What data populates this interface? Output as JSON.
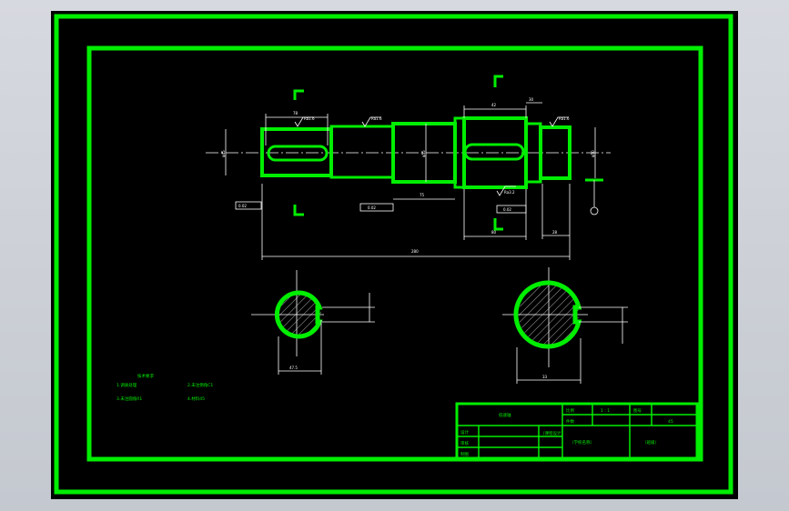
{
  "drawing": {
    "title_block": {
      "part_name": "低速轴",
      "scale_label": "比例",
      "scale_value": "1 : 1",
      "drawing_no_label": "图号",
      "quantity_label": "件数",
      "material_value": "45",
      "designer_label": "设计",
      "checker_label": "审核",
      "drawer_label": "制图",
      "course_label": "（课程设计）",
      "school_label": "（学校名称）",
      "class_label": "（班级）"
    },
    "tech_notes": {
      "heading": "技术要求",
      "line1": "1.调质处理",
      "line2": "2.未注倒角C1",
      "line3": "3.未注圆角R1",
      "line4": "4.材料45"
    },
    "dimensions": {
      "overall_length": "280",
      "seg_left": "78",
      "seg_mid": "75",
      "seg_right_top": "42",
      "seg_right_top2": "30",
      "seg_right_bottom": "80",
      "seg_right_end": "28",
      "section_left_width": "47.5",
      "section_right_width": "33",
      "roughness1": "Ra1.6",
      "roughness2": "Ra1.6",
      "roughness3": "Ra1.6",
      "roughness4": "Ra3.2",
      "dia_left": "φ45",
      "dia_mid": "φ55",
      "dia_right": "φ50",
      "tol_box1": "0.02",
      "tol_box2": "0.02",
      "tol_box3": "0.02"
    },
    "colors": {
      "frame": "#00ee00",
      "background": "#000000",
      "dimension": "#ffffff"
    }
  }
}
